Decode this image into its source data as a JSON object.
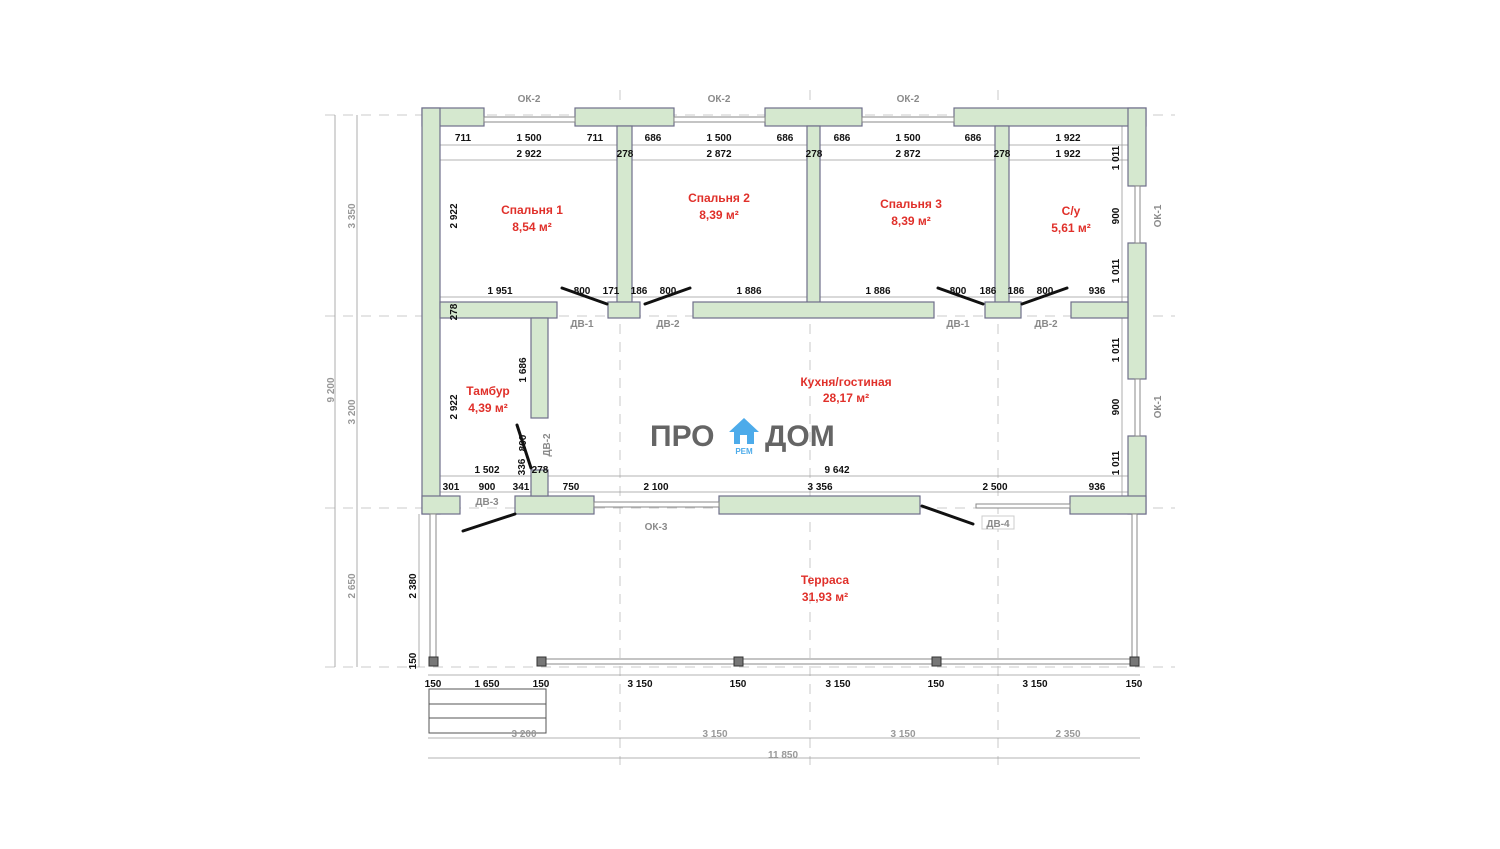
{
  "rooms": {
    "bedroom1": {
      "name": "Спальня 1",
      "area": "8,54 м²"
    },
    "bedroom2": {
      "name": "Спальня 2",
      "area": "8,39 м²"
    },
    "bedroom3": {
      "name": "Спальня 3",
      "area": "8,39 м²"
    },
    "bathroom": {
      "name": "С/у",
      "area": "5,61 м²"
    },
    "vestibule": {
      "name": "Тамбур",
      "area": "4,39 м²"
    },
    "kitchen": {
      "name": "Кухня/гостиная",
      "area": "28,17 м²"
    },
    "terrace": {
      "name": "Терраса",
      "area": "31,93 м²"
    }
  },
  "labels": {
    "ok2": "ОК-2",
    "ok1": "ОК-1",
    "ok3": "ОК-3",
    "dv1": "ДВ-1",
    "dv2": "ДВ-2",
    "dv3": "ДВ-3",
    "dv4": "ДВ-4"
  },
  "dims": {
    "top1": [
      "711",
      "1 500",
      "711",
      "686",
      "1 500",
      "686",
      "686",
      "1 500",
      "686",
      "1 922"
    ],
    "top2": [
      "2 922",
      "278",
      "2 872",
      "278",
      "2 872",
      "278",
      "1 922"
    ],
    "doors_row": [
      "1 951",
      "800",
      "171",
      "186",
      "800",
      "1 886",
      "1 886",
      "800",
      "186",
      "186",
      "800",
      "936"
    ],
    "row470": [
      "1 502",
      "278",
      "9 642"
    ],
    "row487": [
      "301",
      "900",
      "341",
      "750",
      "2 100",
      "3 356",
      "2 500",
      "936"
    ],
    "vertical": [
      "2 922",
      "278",
      "2 922",
      "1 686",
      "800",
      "336",
      "1 011",
      "900",
      "1 011",
      "1 011",
      "900",
      "1 011",
      "2 380",
      "150"
    ],
    "terrace_row": [
      "150",
      "1 650",
      "150",
      "3 150",
      "150",
      "3 150",
      "150",
      "3 150",
      "150"
    ],
    "overall_left": [
      "3 350",
      "3 200",
      "2 650",
      "9 200"
    ],
    "overall_bottom": [
      "3 200",
      "3 150",
      "3 150",
      "2 350",
      "11 850"
    ]
  },
  "logo": {
    "left": "ПРО",
    "right": "ДОМ",
    "sub": "РЕМ"
  },
  "colors": {
    "wall": "#d5e8cf",
    "room_label": "#e0302a",
    "logo_house": "#3aa3e8"
  }
}
